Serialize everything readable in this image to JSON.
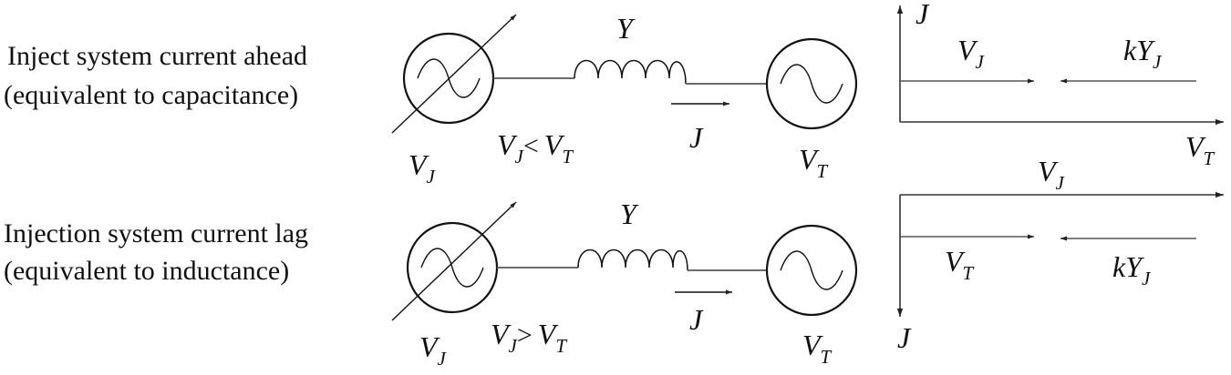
{
  "rows": [
    {
      "title_line1": "Inject system current ahead",
      "title_line2": "(equivalent to capacitance)",
      "source_left": {
        "main": "V",
        "sub": "J"
      },
      "admittance": "Y",
      "current": "J",
      "relation": {
        "a_main": "V",
        "a_sub": "J",
        "op": "<",
        "b_main": "V",
        "b_sub": "T"
      },
      "source_right": {
        "main": "V",
        "sub": "T"
      },
      "phasor": {
        "axis_vertical": "J",
        "axis_horizontal": {
          "main": "V",
          "sub": "T"
        },
        "vec_left": {
          "main": "V",
          "sub": "J"
        },
        "vec_right": {
          "pre": "kY",
          "sub": "J"
        }
      }
    },
    {
      "title_line1": "Injection system current lag",
      "title_line2": "(equivalent to inductance)",
      "source_left": {
        "main": "V",
        "sub": "J"
      },
      "admittance": "Y",
      "current": "J",
      "relation": {
        "a_main": "V",
        "a_sub": "J",
        "op": ">",
        "b_main": "V",
        "b_sub": "T"
      },
      "source_right": {
        "main": "V",
        "sub": "T"
      },
      "phasor": {
        "axis_vertical": "J",
        "axis_horizontal": {
          "main": "V",
          "sub": "J"
        },
        "vec_left": {
          "main": "V",
          "sub": "T"
        },
        "vec_right": {
          "pre": "kY",
          "sub": "J"
        }
      }
    }
  ]
}
